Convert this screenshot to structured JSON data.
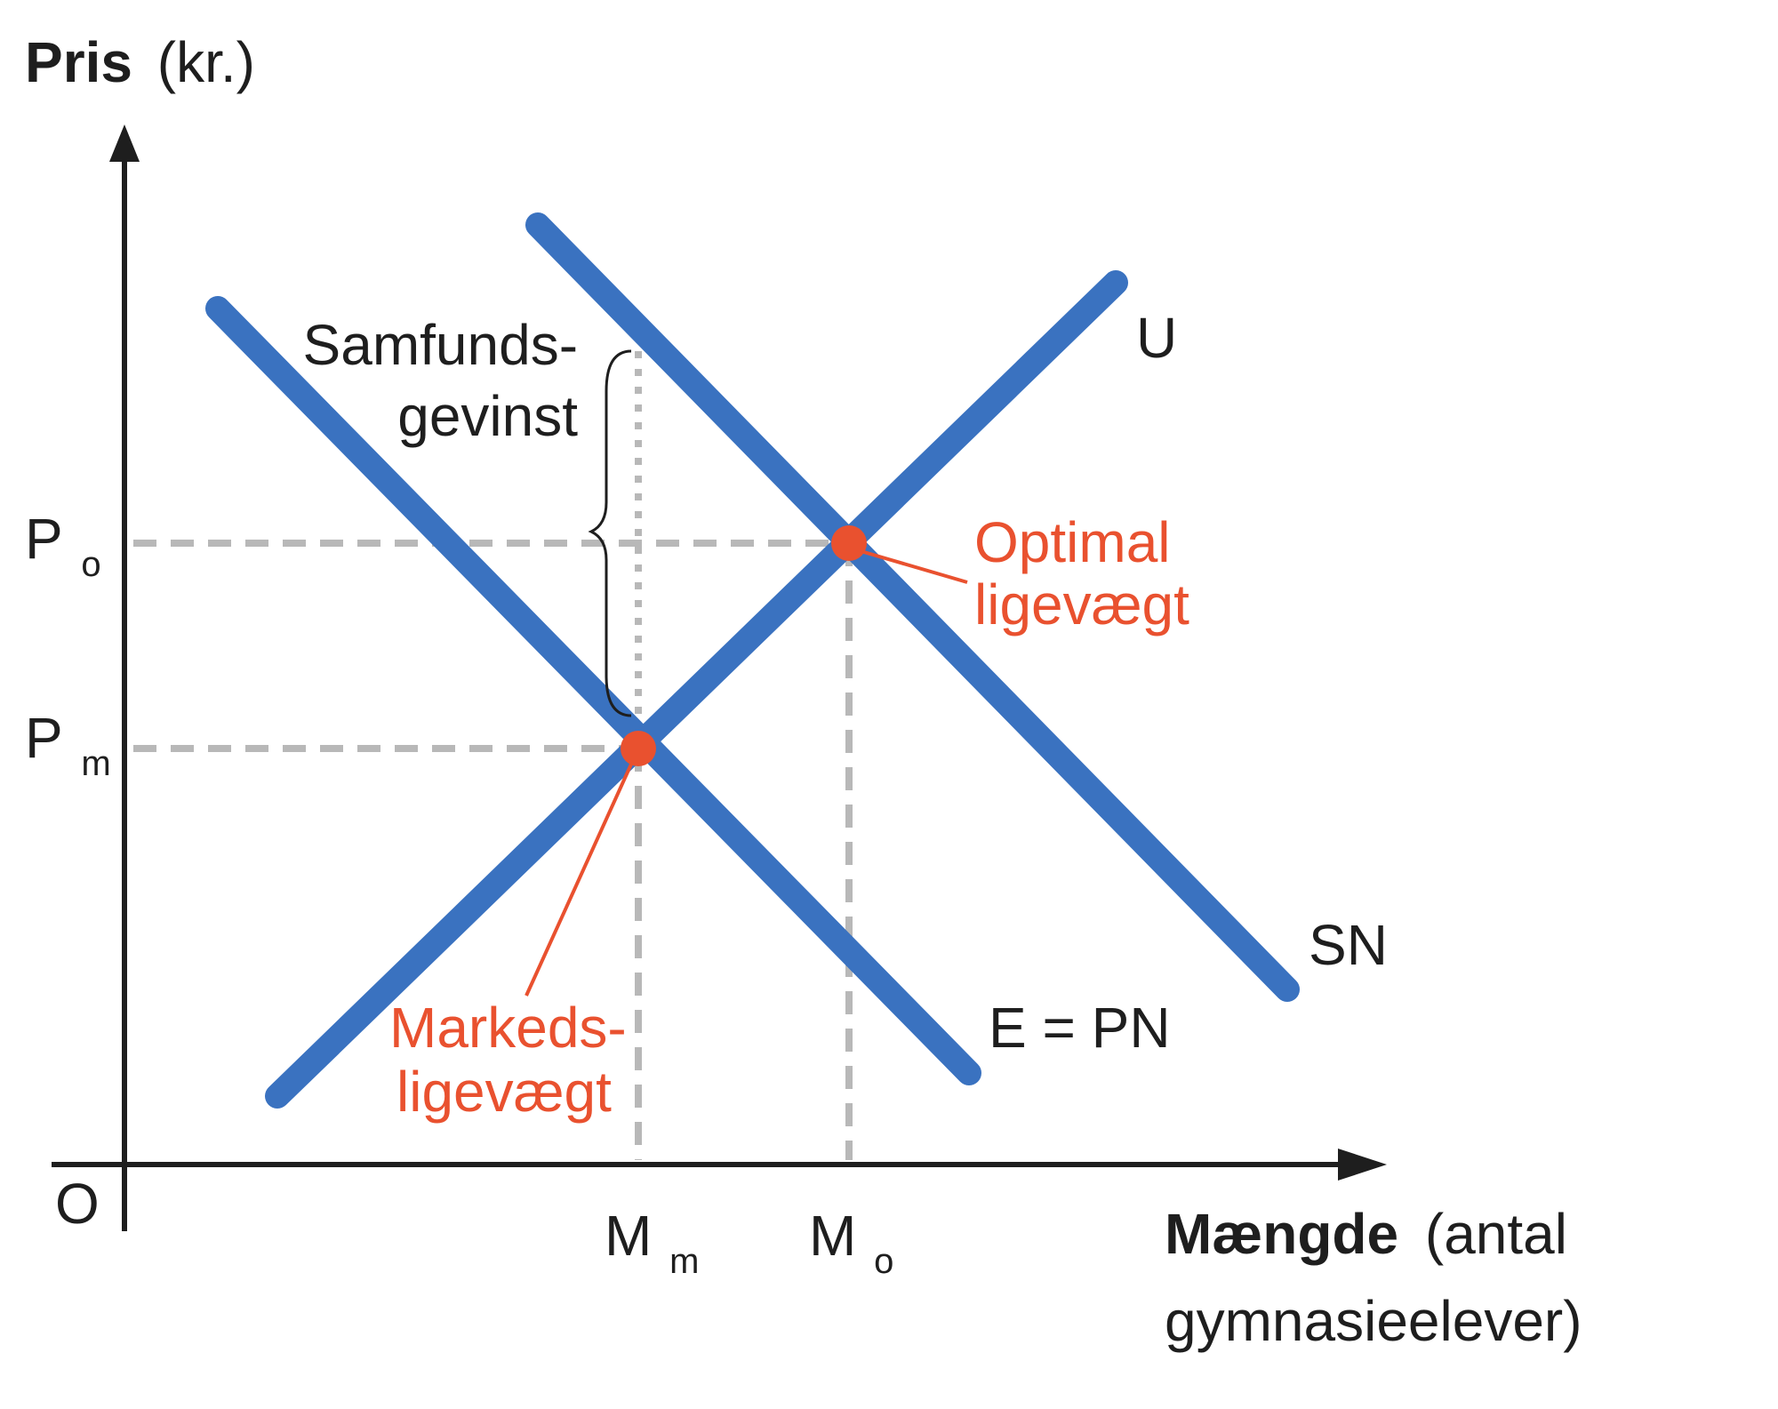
{
  "axes": {
    "y_title_bold": "Pris",
    "y_title_unit": "(kr.)",
    "x_title_bold": "Mængde",
    "x_title_rest_1": "(antal",
    "x_title_rest_2": "gymnasieelever)",
    "origin": "O"
  },
  "ticks": {
    "y": [
      {
        "main": "P",
        "sub": "o"
      },
      {
        "main": "P",
        "sub": "m"
      }
    ],
    "x": [
      {
        "main": "M",
        "sub": "m"
      },
      {
        "main": "M",
        "sub": "o"
      }
    ]
  },
  "curves": {
    "u": "U",
    "sn": "SN",
    "epn": "E = PN"
  },
  "annotations": {
    "gain_line1": "Samfunds-",
    "gain_line2": "gevinst",
    "optimal_line1": "Optimal",
    "optimal_line2": "ligevægt",
    "market_line1": "Markeds-",
    "market_line2": "ligevægt"
  },
  "colors": {
    "curve": "#3a72c0",
    "accent": "#e9512f",
    "guide": "#b8b8b8",
    "axis": "#1e1e1e"
  }
}
